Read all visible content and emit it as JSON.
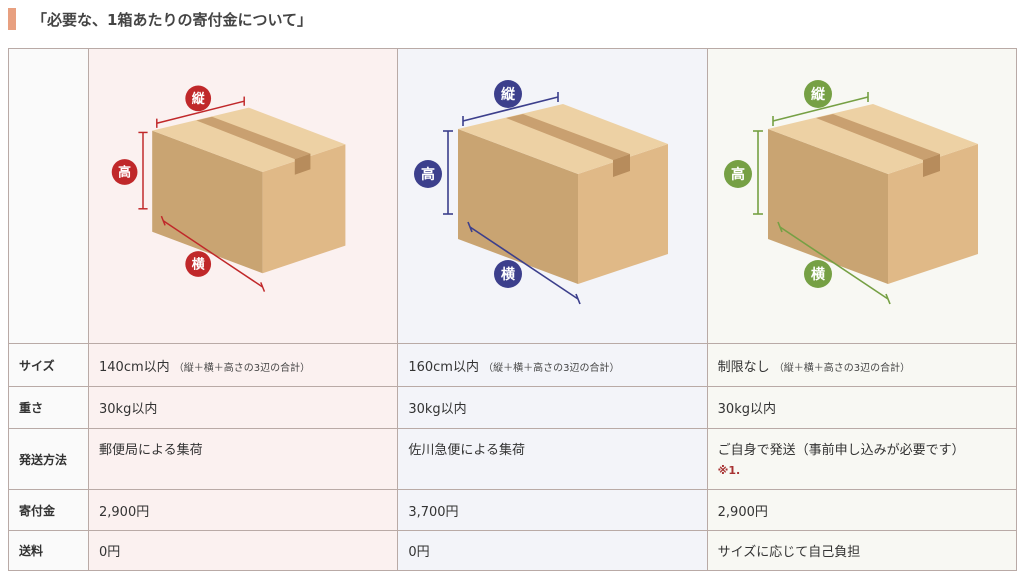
{
  "title": "「必要な、1箱あたりの寄付金について」",
  "plans": [
    {
      "accent": "#c0282a",
      "labels": {
        "tate": "縦",
        "taka": "高",
        "yoko": "横"
      },
      "size": "140cm以内",
      "size_note": "（縦＋横＋高さの3辺の合計）",
      "weight": "30kg以内",
      "method": "郵便局による集荷",
      "fee": "2,900円",
      "shipping": "0円"
    },
    {
      "accent": "#3c3f8c",
      "labels": {
        "tate": "縦",
        "taka": "高",
        "yoko": "横"
      },
      "size": "160cm以内",
      "size_note": "（縦＋横＋高さの3辺の合計）",
      "weight": "30kg以内",
      "method": "佐川急便による集荷",
      "fee": "3,700円",
      "shipping": "0円"
    },
    {
      "accent": "#76a044",
      "labels": {
        "tate": "縦",
        "taka": "高",
        "yoko": "横"
      },
      "size": "制限なし",
      "size_note": "（縦＋横＋高さの3辺の合計）",
      "weight": "30kg以内",
      "method": "ご自身で発送（事前申し込みが必要です）",
      "method_note": "※1.",
      "fee": "2,900円",
      "shipping": "サイズに応じて自己負担"
    }
  ],
  "row_labels": {
    "size": "サイズ",
    "weight": "重さ",
    "method": "発送方法",
    "fee": "寄付金",
    "shipping": "送料"
  }
}
